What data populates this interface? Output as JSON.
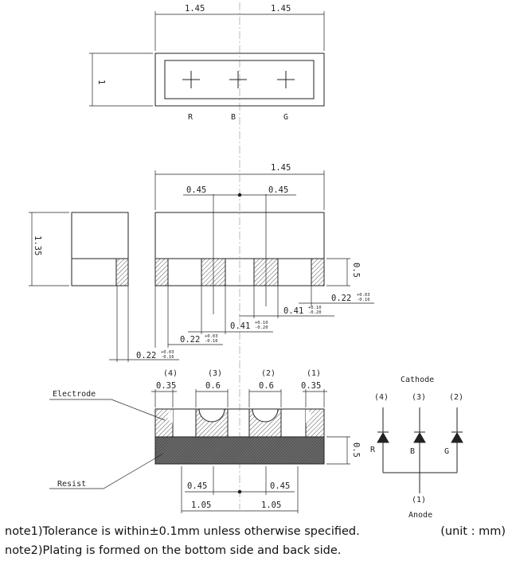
{
  "top_view": {
    "dim_left": "1.45",
    "dim_right": "1.45",
    "dim_height": "1",
    "labels": [
      "R",
      "B",
      "G"
    ]
  },
  "side_view": {
    "dim_width": "1.45",
    "dim_045_left": "0.45",
    "dim_045_right": "0.45",
    "dim_height": "1.35",
    "dim_electrode_h": "0.5",
    "tol_022": {
      "main": "0.22",
      "plus": "+0.03",
      "minus": "-0.16"
    },
    "tol_041": {
      "main": "0.41",
      "plus": "+0.10",
      "minus": "-0.20"
    }
  },
  "bottom_view": {
    "pad_numbers": [
      "(4)",
      "(3)",
      "(2)",
      "(1)"
    ],
    "pad_widths": [
      "0.35",
      "0.6",
      "0.6",
      "0.35"
    ],
    "electrode_label": "Electrode",
    "resist_label": "Resist",
    "dim_resist_h": "0.5",
    "dim_045_left": "0.45",
    "dim_045_right": "0.45",
    "dim_105_left": "1.05",
    "dim_105_right": "1.05"
  },
  "circuit": {
    "cathode_label": "Cathode",
    "anode_label": "Anode",
    "cathode_pins": [
      "(4)",
      "(3)",
      "(2)"
    ],
    "diode_labels": [
      "R",
      "B",
      "G"
    ],
    "anode_pin": "(1)"
  },
  "notes": {
    "note1": "note1)Tolerance is within±0.1mm unless otherwise specified.",
    "note2": "note2)Plating is formed on the bottom side and back side.",
    "unit": "(unit : mm)"
  }
}
